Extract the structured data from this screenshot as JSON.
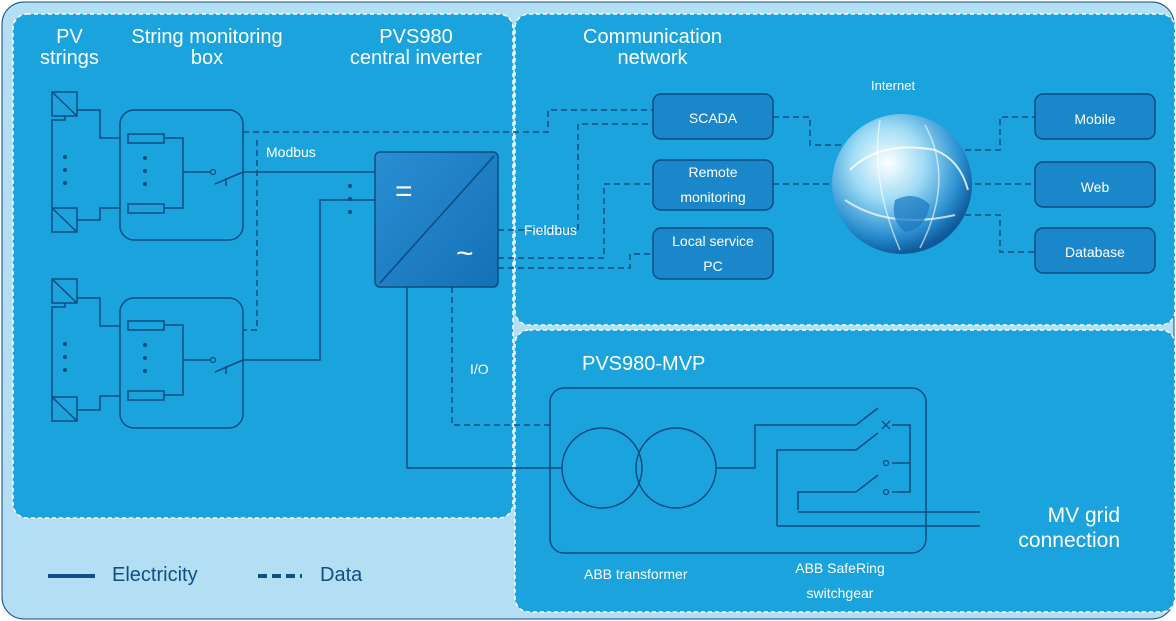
{
  "regions": {
    "pv_strings": "PV\nstrings",
    "string_monitoring_box": "String monitoring\nbox",
    "central_inverter": "PVS980\ncentral inverter",
    "communication_network": "Communication\nnetwork",
    "mvp": "PVS980-MVP"
  },
  "links": {
    "modbus": "Modbus",
    "fieldbus": "Fieldbus",
    "io": "I/O",
    "internet": "Internet"
  },
  "nodes": {
    "scada": "SCADA",
    "remote_monitoring": "Remote\nmonitoring",
    "local_service_pc": "Local service\nPC",
    "mobile": "Mobile",
    "web": "Web",
    "database": "Database"
  },
  "equipment": {
    "transformer": "ABB transformer",
    "switchgear": "ABB SafeRing\nswitchgear",
    "mv_grid": "MV grid\nconnection"
  },
  "legend": {
    "electricity": "Electricity",
    "data": "Data"
  },
  "inverter_symbols": {
    "dc": "=",
    "ac": "~"
  },
  "colors": {
    "background": "#b3def3",
    "panel": "#1aa3dc",
    "box": "#1b87cb",
    "line": "#0c4c80",
    "text": "#ffffff"
  }
}
